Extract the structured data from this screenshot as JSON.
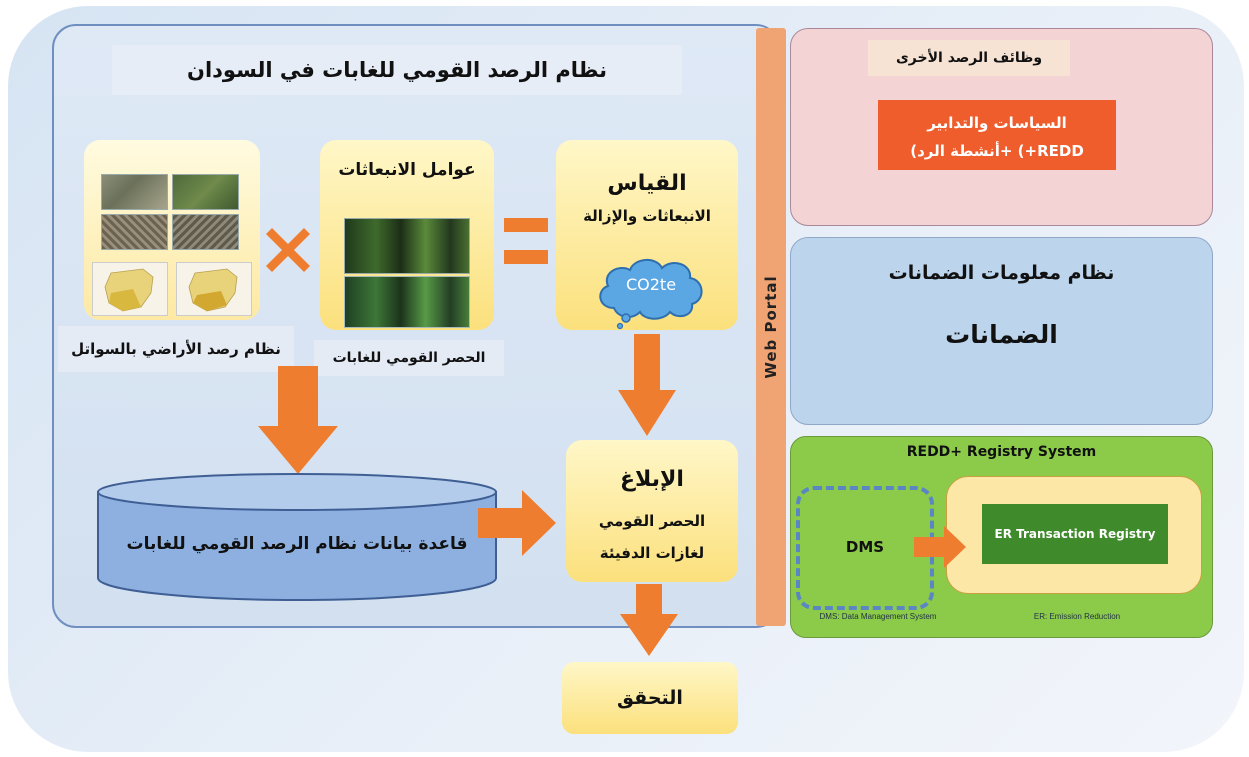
{
  "main": {
    "title": "نظام الرصد القومي للغابات في السودان",
    "land_monitoring_label": "نظام رصد الأراضي بالسواتل",
    "emission_factors": {
      "title": "عوامل الانبعاثات",
      "caption": "الحصر القومي للغابات"
    },
    "measurement": {
      "title": "القياس",
      "subtitle": "الانبعاثات والإزالة",
      "cloud_text": "CO2te"
    },
    "reporting": {
      "title": "الإبلاغ",
      "line1": "الحصر القومي",
      "line2": "لغازات الدفيئة"
    },
    "database_label": "قاعدة بيانات نظام الرصد القومي للغابات",
    "verification": "التحقق"
  },
  "portal": {
    "label": "Web Portal"
  },
  "other_functions": {
    "title": "وظائف الرصد الأخرى",
    "policies_line1": "السياسات والتدابير",
    "policies_line2": "(أنشطة الرد+ (+REDD"
  },
  "safeguards": {
    "title": "نظام معلومات الضمانات",
    "subtitle": "الضمانات"
  },
  "registry": {
    "title": "REDD+ Registry System",
    "dms": "DMS",
    "er_transaction": "ER Transaction Registry",
    "dms_note": "DMS: Data Management System",
    "er_note": "ER: Emission Reduction"
  },
  "colors": {
    "arrow": "#ee7d2f",
    "policies_box": "#f05d2c",
    "registry_green": "#8ccb4a",
    "er_box": "#3f8a2a",
    "dms_dash": "#5b86c4"
  }
}
